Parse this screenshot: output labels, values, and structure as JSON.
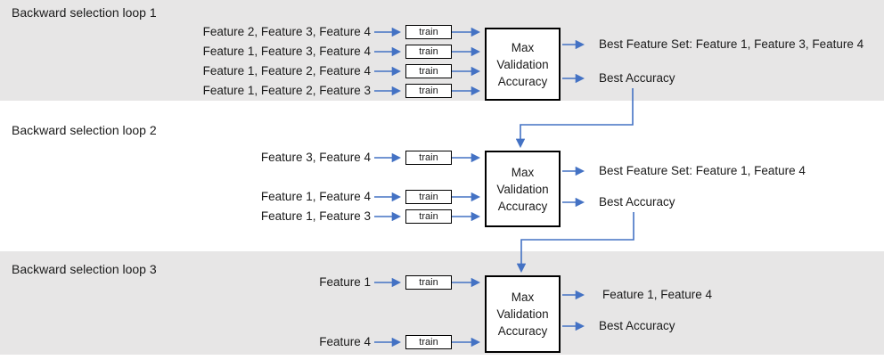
{
  "colors": {
    "band_background": "#e7e6e6",
    "arrow_blue": "#4472c4",
    "box_border": "#000000",
    "box_fill": "#ffffff",
    "text": "#1a1a1a"
  },
  "shared": {
    "train_label": "train",
    "selector_box_label": "Max Validation Accuracy"
  },
  "loops": [
    {
      "label": "Backward selection loop 1",
      "inputs": [
        "Feature 2, Feature 3, Feature 4",
        "Feature 1, Feature 3, Feature 4",
        "Feature 1, Feature 2, Feature 4",
        "Feature 1, Feature 2, Feature 3"
      ],
      "outputs": [
        "Best Feature Set: Feature 1, Feature 3, Feature 4",
        "Best Accuracy"
      ]
    },
    {
      "label": "Backward selection loop 2",
      "inputs": [
        "Feature 3, Feature 4",
        "Feature 1, Feature 4",
        "Feature 1, Feature 3"
      ],
      "outputs": [
        "Best Feature Set: Feature 1, Feature 4",
        "Best Accuracy"
      ]
    },
    {
      "label": "Backward selection loop 3",
      "inputs": [
        "Feature 1",
        "Feature 4"
      ],
      "outputs": [
        "Feature 1, Feature 4",
        "Best Accuracy"
      ]
    }
  ]
}
